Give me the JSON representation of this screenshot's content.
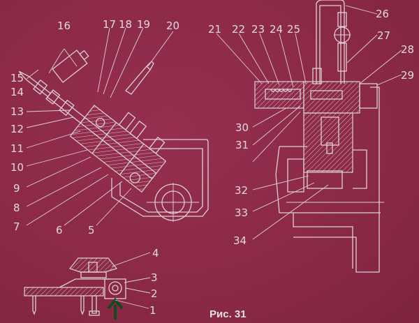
{
  "figure": {
    "caption": "Рис. 31",
    "labels": [
      "1",
      "2",
      "3",
      "4",
      "5",
      "6",
      "7",
      "8",
      "9",
      "10",
      "11",
      "12",
      "13",
      "14",
      "15",
      "16",
      "17",
      "18",
      "19",
      "20",
      "21",
      "22",
      "23",
      "24",
      "25",
      "26",
      "27",
      "28",
      "29",
      "30",
      "31",
      "32",
      "33",
      "34"
    ]
  },
  "colors": {
    "background": "#8b2a48",
    "line": "#ddd0d6",
    "arrow": "#0f4a1c"
  },
  "icons": {
    "marker": "up-arrow-icon"
  }
}
